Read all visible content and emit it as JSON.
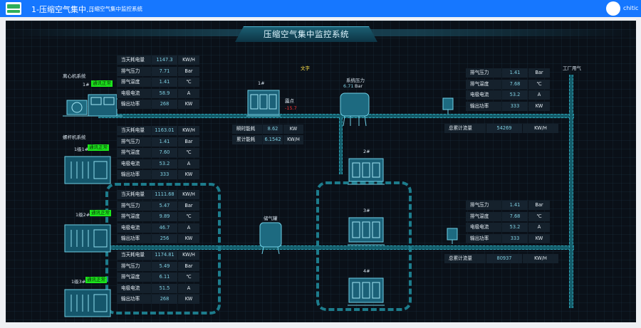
{
  "header": {
    "app_title": "1-压缩空气集中...",
    "page_subtitle": "压缩空气集中监控系统",
    "username": "chitic",
    "accent_color": "#1677ff"
  },
  "screen": {
    "title": "压缩空气集中监控系统",
    "text_marker": "文字",
    "centrifugal_label": "离心机系统",
    "screw_label": "螺杆机系统",
    "factory_air_label": "工厂用气",
    "system_pressure_label": "系统压力",
    "system_pressure_value": "6.71",
    "system_pressure_unit": "Bar",
    "dew_point_label": "露点",
    "dew_point_value": "-15.7",
    "air_tank_label": "储气罐",
    "dryer_1_label": "1#",
    "dryer_2_label": "2#",
    "dryer_3_label": "3#",
    "dryer_4_label": "4#"
  },
  "compressors": [
    {
      "id": "1#",
      "status": "通讯正常",
      "rows": [
        {
          "k": "当天耗电量",
          "v": "1147.3",
          "u": "KW/H"
        },
        {
          "k": "排气压力",
          "v": "7.71",
          "u": "Bar"
        },
        {
          "k": "排气温度",
          "v": "1.41",
          "u": "℃"
        },
        {
          "k": "电极电流",
          "v": "58.9",
          "u": "A"
        },
        {
          "k": "输出功率",
          "v": "268",
          "u": "KW"
        }
      ]
    },
    {
      "id": "1级1#",
      "status": "通讯正常",
      "rows": [
        {
          "k": "当天耗电量",
          "v": "1163.01",
          "u": "KW/H"
        },
        {
          "k": "排气压力",
          "v": "1.41",
          "u": "Bar"
        },
        {
          "k": "排气温度",
          "v": "7.60",
          "u": "℃"
        },
        {
          "k": "电极电流",
          "v": "53.2",
          "u": "A"
        },
        {
          "k": "输出功率",
          "v": "333",
          "u": "KW"
        }
      ]
    },
    {
      "id": "1级2#",
      "status": "通讯正常",
      "rows": [
        {
          "k": "当天耗电量",
          "v": "1111.68",
          "u": "KW/H"
        },
        {
          "k": "排气压力",
          "v": "5.47",
          "u": "Bar"
        },
        {
          "k": "排气温度",
          "v": "9.89",
          "u": "℃"
        },
        {
          "k": "电极电流",
          "v": "46.7",
          "u": "A"
        },
        {
          "k": "输出功率",
          "v": "256",
          "u": "KW"
        }
      ]
    },
    {
      "id": "1级3#",
      "status": "通讯正常",
      "rows": [
        {
          "k": "当天耗电量",
          "v": "1174.81",
          "u": "KW/H"
        },
        {
          "k": "排气压力",
          "v": "5.49",
          "u": "Bar"
        },
        {
          "k": "排气温度",
          "v": "6.11",
          "u": "℃"
        },
        {
          "k": "电极电流",
          "v": "51.5",
          "u": "A"
        },
        {
          "k": "输出功率",
          "v": "268",
          "u": "KW"
        }
      ]
    }
  ],
  "dryer_energy": [
    {
      "k": "瞬时能耗",
      "v": "8.62",
      "u": "KW"
    },
    {
      "k": "累计能耗",
      "v": "6.1542",
      "u": "KW/H"
    }
  ],
  "outlets": [
    {
      "rows": [
        {
          "k": "排气压力",
          "v": "1.41",
          "u": "Bar"
        },
        {
          "k": "排气温度",
          "v": "7.68",
          "u": "℃"
        },
        {
          "k": "电极电流",
          "v": "53.2",
          "u": "A"
        },
        {
          "k": "输出功率",
          "v": "333",
          "u": "KW"
        }
      ],
      "total": {
        "k": "总累计流量",
        "v": "54269",
        "u": "KW/H"
      }
    },
    {
      "rows": [
        {
          "k": "排气压力",
          "v": "1.41",
          "u": "Bar"
        },
        {
          "k": "排气温度",
          "v": "7.68",
          "u": "℃"
        },
        {
          "k": "电极电流",
          "v": "53.2",
          "u": "A"
        },
        {
          "k": "输出功率",
          "v": "333",
          "u": "KW"
        }
      ],
      "total": {
        "k": "总累计流量",
        "v": "80937",
        "u": "KW/H"
      }
    }
  ],
  "colors": {
    "background": "#0a1018",
    "pipe": "#145d6b",
    "value_text": "#7fd0e2",
    "status_ok": "#1ce61c",
    "dew_point": "#ff3030"
  }
}
